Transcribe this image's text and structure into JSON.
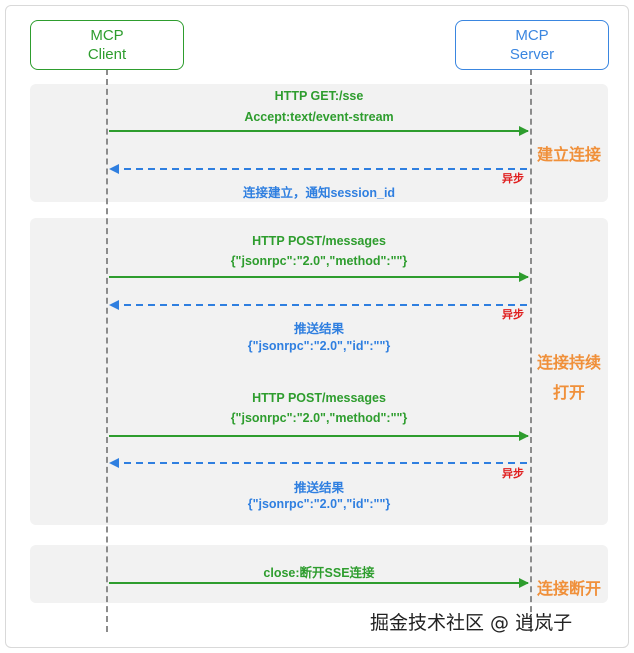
{
  "actors": {
    "client": {
      "line1": "MCP",
      "line2": "Client"
    },
    "server": {
      "line1": "MCP",
      "line2": "Server"
    }
  },
  "messages": [
    {
      "line1": "HTTP GET:/sse",
      "line2": "Accept:text/event-stream"
    },
    {
      "line1": "连接建立，通知session_id",
      "async_label": "异步"
    },
    {
      "line1": "HTTP POST/messages",
      "line2": "{\"jsonrpc\":\"2.0\",\"method\":\"\"}"
    },
    {
      "line1": "推送结果",
      "line2": "{\"jsonrpc\":\"2.0\",\"id\":\"\"}",
      "async_label": "异步"
    },
    {
      "line1": "HTTP POST/messages",
      "line2": "{\"jsonrpc\":\"2.0\",\"method\":\"\"}"
    },
    {
      "line1": "推送结果",
      "line2": "{\"jsonrpc\":\"2.0\",\"id\":\"\"}",
      "async_label": "异步"
    },
    {
      "line1": "close:断开SSE连接"
    }
  ],
  "phases": {
    "connect": "建立连接",
    "keep_open_line1": "连接持续",
    "keep_open_line2": "打开",
    "disconnect": "连接断开"
  },
  "watermark": "掘金技术社区 @ 逍岚子",
  "colors": {
    "request": "#2e9d2e",
    "response": "#2f7fe0",
    "async": "#e02020",
    "phase": "#f0903a"
  }
}
